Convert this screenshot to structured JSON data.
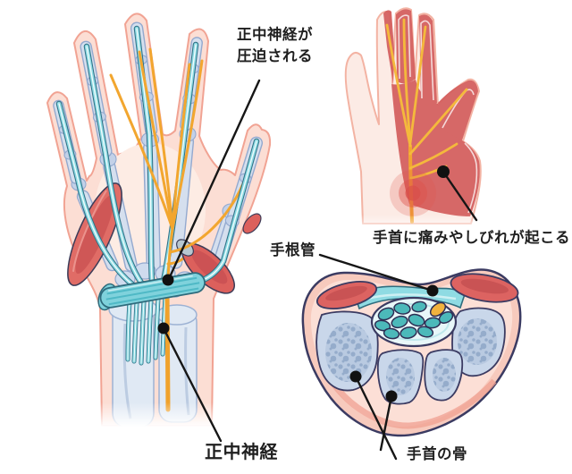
{
  "labels": {
    "compressed_line1": "正中神経が",
    "compressed_line2": "圧迫される",
    "carpal_tunnel": "手根管",
    "median_nerve": "正中神経",
    "pain_numbness": "手首に痛みやしびれが起こる",
    "wrist_bones": "手首の骨"
  },
  "colors": {
    "skin": "#fcded4",
    "skin_edge": "#f1a393",
    "bone": "#d5dfee",
    "tendon": "#8edbe3",
    "nerve": "#f2a62f",
    "muscle": "#dc615e",
    "pain_region": "#d45f5e",
    "outline": "#3b3b62",
    "label_text": "#1f1f1f"
  }
}
